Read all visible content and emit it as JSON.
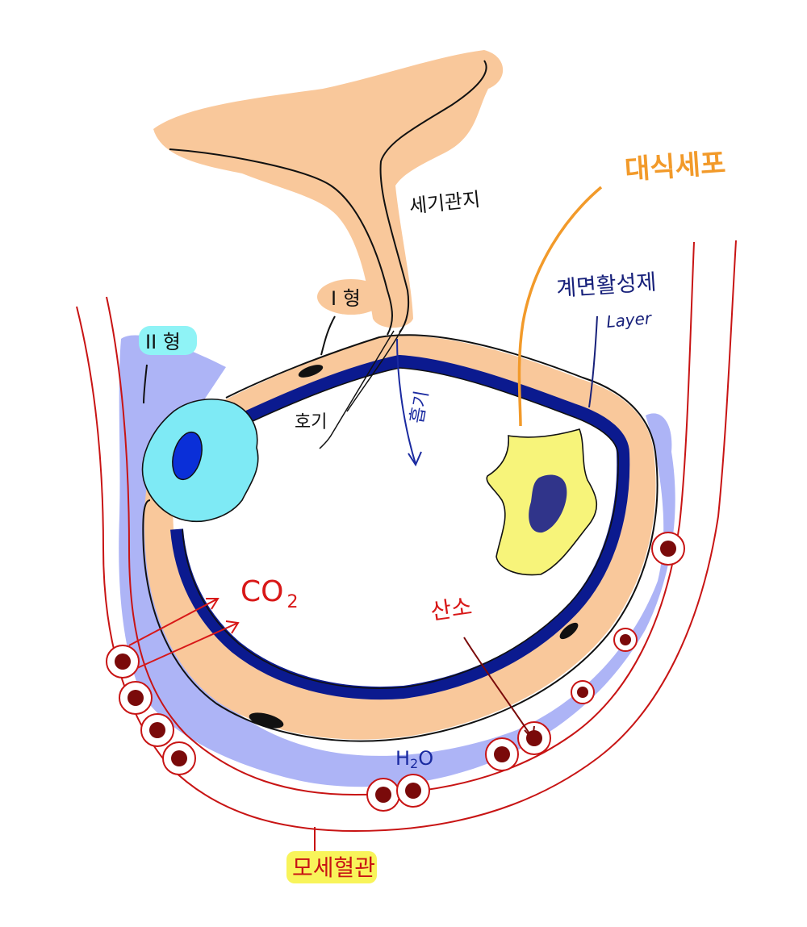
{
  "labels": {
    "bronchiole": "세기관지",
    "macrophage": "대식세포",
    "surfactant": "계면활성제",
    "layer": "Layer",
    "type1": "I 형",
    "type2": "II 형",
    "exhale": "호기",
    "inhale": "흡기",
    "co2_main": "CO",
    "co2_sub": "2",
    "oxygen": "산소",
    "water_main": "H",
    "water_sub": "2",
    "water_tail": "O",
    "capillary": "모세혈관"
  },
  "colors": {
    "tissue": "#f9c89b",
    "surfactant_layer": "#0b1a8f",
    "fluid": "#a9b0f5",
    "type2_cell": "#7eeaf5",
    "type2_nucleus": "#0a2fd8",
    "macrophage_cell": "#f7f47a",
    "macrophage_nucleus": "#1a1f8c",
    "vessel": "#c81414",
    "blood_cell": "#7a0a0a",
    "macrophage_label": "#f29a2a",
    "surfactant_label": "#17207a",
    "co2_label": "#d81818",
    "highlight_yellow": "#f8f45a",
    "highlight_cyan": "#8ff3f6"
  }
}
